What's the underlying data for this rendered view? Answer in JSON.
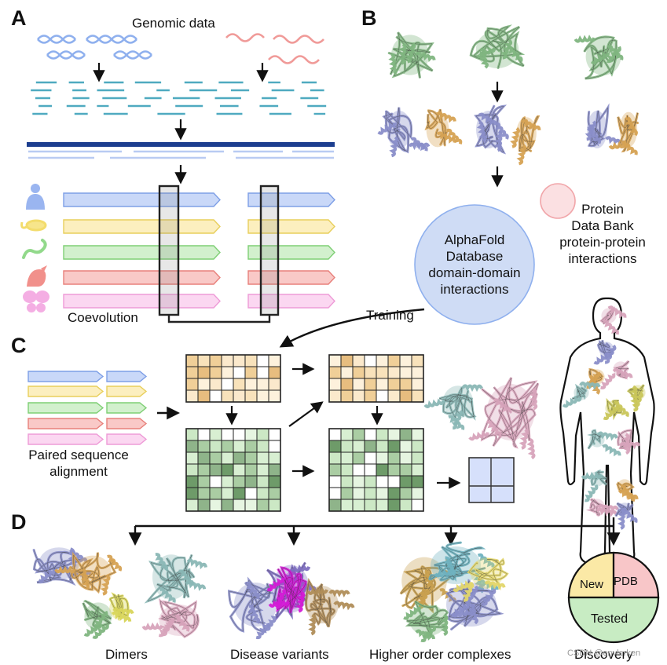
{
  "panels": {
    "a": "A",
    "b": "B",
    "c": "C",
    "d": "D"
  },
  "labels": {
    "genomic_data": "Genomic data",
    "coevolution": "Coevolution",
    "alphafold_lines": [
      "AlphaFold",
      "Database",
      "domain-domain",
      "interactions"
    ],
    "pdb_lines": [
      "Protein",
      "Data Bank",
      "protein-protein",
      "interactions"
    ],
    "training": "Training",
    "paired_lines": [
      "Paired sequence",
      "alignment"
    ],
    "dimers": "Dimers",
    "disease_variants": "Disease variants",
    "higher_order": "Higher order complexes",
    "discovery": "Discovery",
    "watermark": "CSDN @envlerken"
  },
  "pie": {
    "slices": [
      {
        "label": "New",
        "color": "#fbe9a6"
      },
      {
        "label": "PDB",
        "color": "#f8c6c8"
      },
      {
        "label": "Tested",
        "color": "#c8ecc3"
      }
    ]
  },
  "colors": {
    "blue": "#a9c2f3",
    "yellow": "#fbe9a6",
    "green": "#b9e8b2",
    "red": "#f5a7a4",
    "pink": "#f9c5ea",
    "dark_blue": "#1c3e8f",
    "teal": "#4faac0",
    "protein_green": "#7fb57f",
    "protein_purple": "#8a8ec9",
    "protein_orange": "#d6a253",
    "circle_blue": "#cfdcf5",
    "circle_pink": "#fbe0e2"
  }
}
